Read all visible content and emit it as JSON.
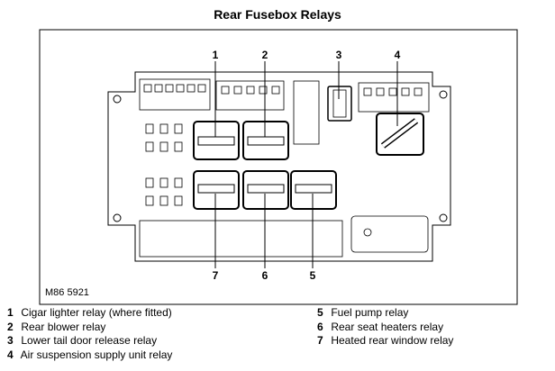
{
  "title": "Rear Fusebox Relays",
  "figure_code": "M86 5921",
  "callouts": [
    "1",
    "2",
    "3",
    "4",
    "5",
    "6",
    "7"
  ],
  "legend_left": [
    {
      "num": "1",
      "text": "Cigar lighter relay (where fitted)"
    },
    {
      "num": "2",
      "text": "Rear blower relay"
    },
    {
      "num": "3",
      "text": "Lower tail door release relay"
    },
    {
      "num": "4",
      "text": "Air suspension supply unit relay"
    }
  ],
  "legend_right": [
    {
      "num": "5",
      "text": "Fuel pump relay"
    },
    {
      "num": "6",
      "text": "Rear seat heaters relay"
    },
    {
      "num": "7",
      "text": "Heated rear window relay"
    }
  ]
}
